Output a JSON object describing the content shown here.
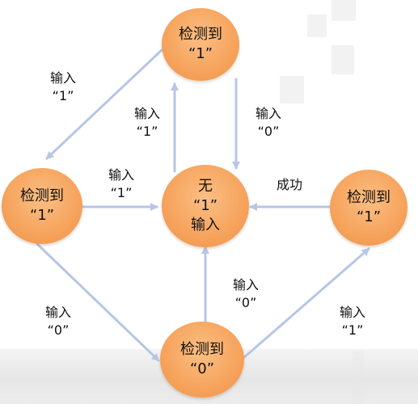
{
  "nodes": {
    "top": [
      "检测到",
      "“1”"
    ],
    "left": [
      "检测到",
      "“1”"
    ],
    "center": [
      "无",
      "“1”",
      "输入"
    ],
    "right": [
      "检测到",
      "“1”"
    ],
    "bottom": [
      "检测到",
      "“0”"
    ]
  },
  "edges": {
    "top_to_left": [
      "输入",
      "“1”"
    ],
    "center_to_top": [
      "输入",
      "“1”"
    ],
    "top_to_center": [
      "输入",
      "“0”"
    ],
    "left_to_center": [
      "输入",
      "“1”"
    ],
    "right_to_center": [
      "成功"
    ],
    "left_to_bottom": [
      "输入",
      "“0”"
    ],
    "bottom_to_center": [
      "输入",
      "“0”"
    ],
    "bottom_to_right": [
      "输入",
      "“1”"
    ]
  },
  "colors": {
    "node_fill": "#f6a35c",
    "arrow": "#b7c6e6",
    "text": "#111111"
  }
}
